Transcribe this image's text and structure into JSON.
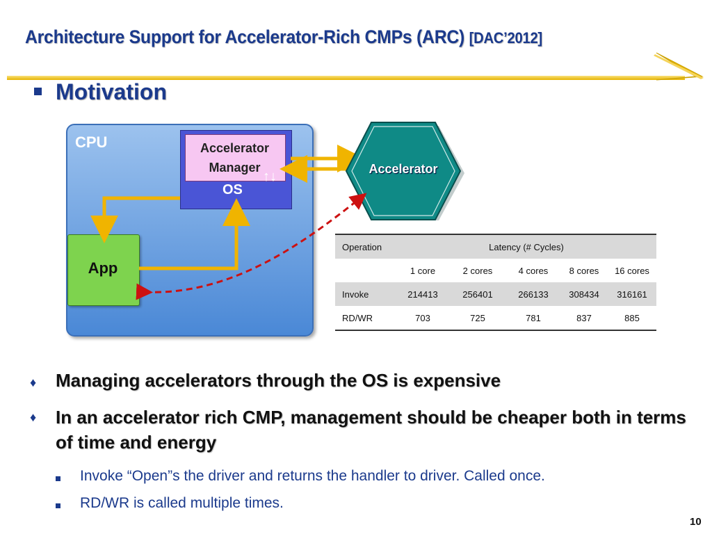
{
  "slide": {
    "title": "Architecture Support for Accelerator-Rich CMPs (ARC)",
    "title_ref": "[DAC’2012]",
    "heading": "Motivation",
    "page_number": "10"
  },
  "diagram": {
    "cpu_label": "CPU",
    "accelerator_manager_label": "Accelerator Manager",
    "os_label": "OS",
    "app_label": "App",
    "accelerator_label": "Accelerator",
    "updown_arrows": "↑↓"
  },
  "table": {
    "header_operation": "Operation",
    "header_latency": "Latency (# Cycles)",
    "core_headers": [
      "1 core",
      "2 cores",
      "4 cores",
      "8 cores",
      "16 cores"
    ],
    "rows": [
      {
        "op": "Invoke",
        "values": [
          "214413",
          "256401",
          "266133",
          "308434",
          "316161"
        ]
      },
      {
        "op": "RD/WR",
        "values": [
          "703",
          "725",
          "781",
          "837",
          "885"
        ]
      }
    ]
  },
  "bullets": [
    {
      "text": "Managing accelerators through the OS is expensive"
    },
    {
      "text": "In an accelerator rich CMP, management should be cheaper both in terms of time and energy"
    }
  ],
  "sub_bullets": [
    {
      "text": "Invoke “Open”s the driver and returns the handler to driver. Called once."
    },
    {
      "text": "RD/WR is called multiple times."
    }
  ],
  "colors": {
    "title": "#1b3a8c",
    "gold_line": "#e6b400",
    "cpu_box": "#4a88d6",
    "os_box": "#4a55d6",
    "manager_box": "#f7c7f2",
    "app_box": "#7ed34e",
    "accelerator": "#0f8a86",
    "arrow_yellow": "#f0b400",
    "arrow_red": "#cc1111"
  }
}
